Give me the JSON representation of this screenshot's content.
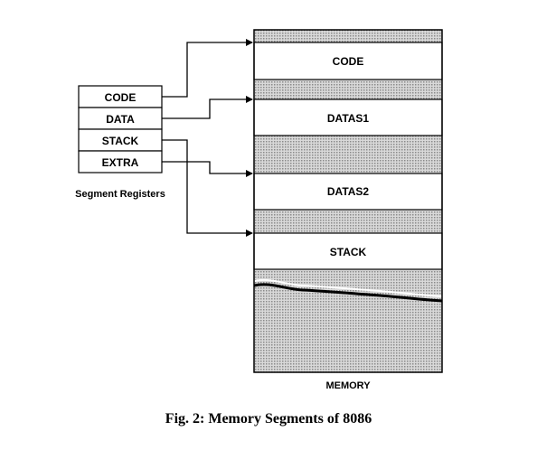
{
  "registers": {
    "title": "Segment Registers",
    "items": [
      "CODE",
      "DATA",
      "STACK",
      "EXTRA"
    ]
  },
  "memory": {
    "title": "MEMORY",
    "segments": [
      "CODE",
      "DATAS1",
      "DATAS2",
      "STACK"
    ]
  },
  "figure_caption": "Fig. 2: Memory Segments of 8086"
}
